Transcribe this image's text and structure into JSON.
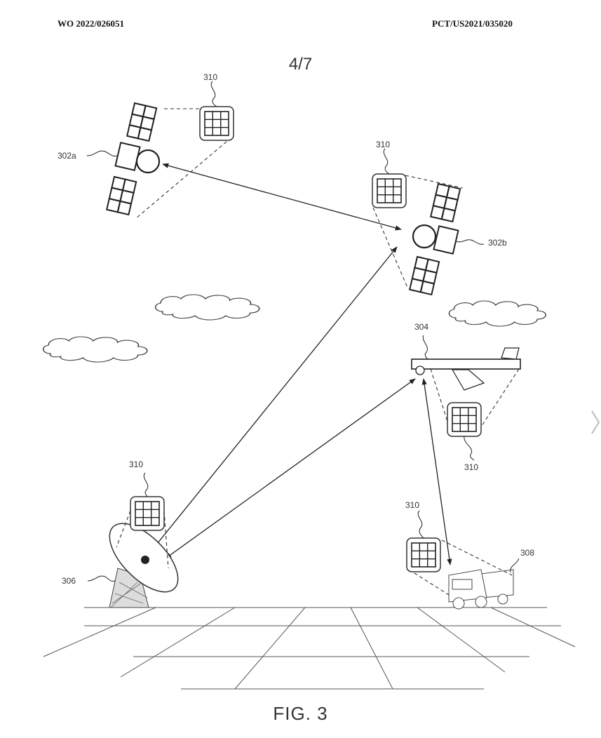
{
  "header": {
    "publication_number": "WO 2022/026051",
    "application_number": "PCT/US2021/035020"
  },
  "sheet_label": "4/7",
  "figure_label": "FIG. 3",
  "reference_labels": {
    "satellite_a": "302a",
    "satellite_b": "302b",
    "aircraft": "304",
    "ground_station": "306",
    "vehicle": "308",
    "module_sat_a": "310",
    "module_sat_b": "310",
    "module_aircraft": "310",
    "module_ground": "310",
    "module_vehicle": "310"
  },
  "icons": {
    "satellite": "satellite-icon",
    "aircraft": "aircraft-icon",
    "dish": "satellite-dish-icon",
    "truck": "truck-icon",
    "module": "grid-module-icon",
    "cloud": "cloud-icon",
    "next": "chevron-right-icon"
  }
}
